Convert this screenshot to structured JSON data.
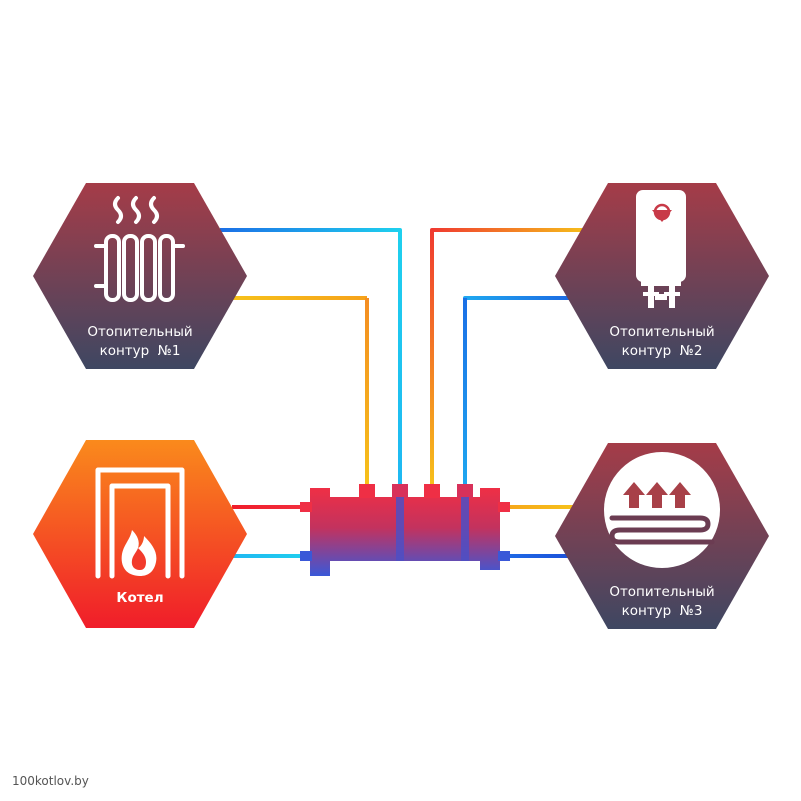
{
  "nodes": {
    "circuit1": {
      "line1": "Отопительный",
      "line2": "контур  №1"
    },
    "circuit2": {
      "line1": "Отопительный",
      "line2": "контур  №2"
    },
    "circuit3": {
      "line1": "Отопительный",
      "line2": "контур  №3"
    },
    "boiler": {
      "label": "Котел"
    }
  },
  "watermark": "100kotlov.by",
  "colors": {
    "hex_top": "#a53c48",
    "hex_bottom": "#3e4762",
    "boiler_top": "#fa8a1c",
    "boiler_bottom": "#f01d2a",
    "hot": "#f2303f",
    "warm": "#f6c21a",
    "cold": "#1b6fe6",
    "cyan": "#1fb8f2",
    "manifold_hot": "#ef2f45",
    "manifold_cold": "#3a58d8"
  },
  "icons": {
    "circuit1": "radiator-icon",
    "circuit2": "water-heater-icon",
    "circuit3": "underfloor-heating-icon",
    "boiler": "boiler-flame-icon"
  }
}
